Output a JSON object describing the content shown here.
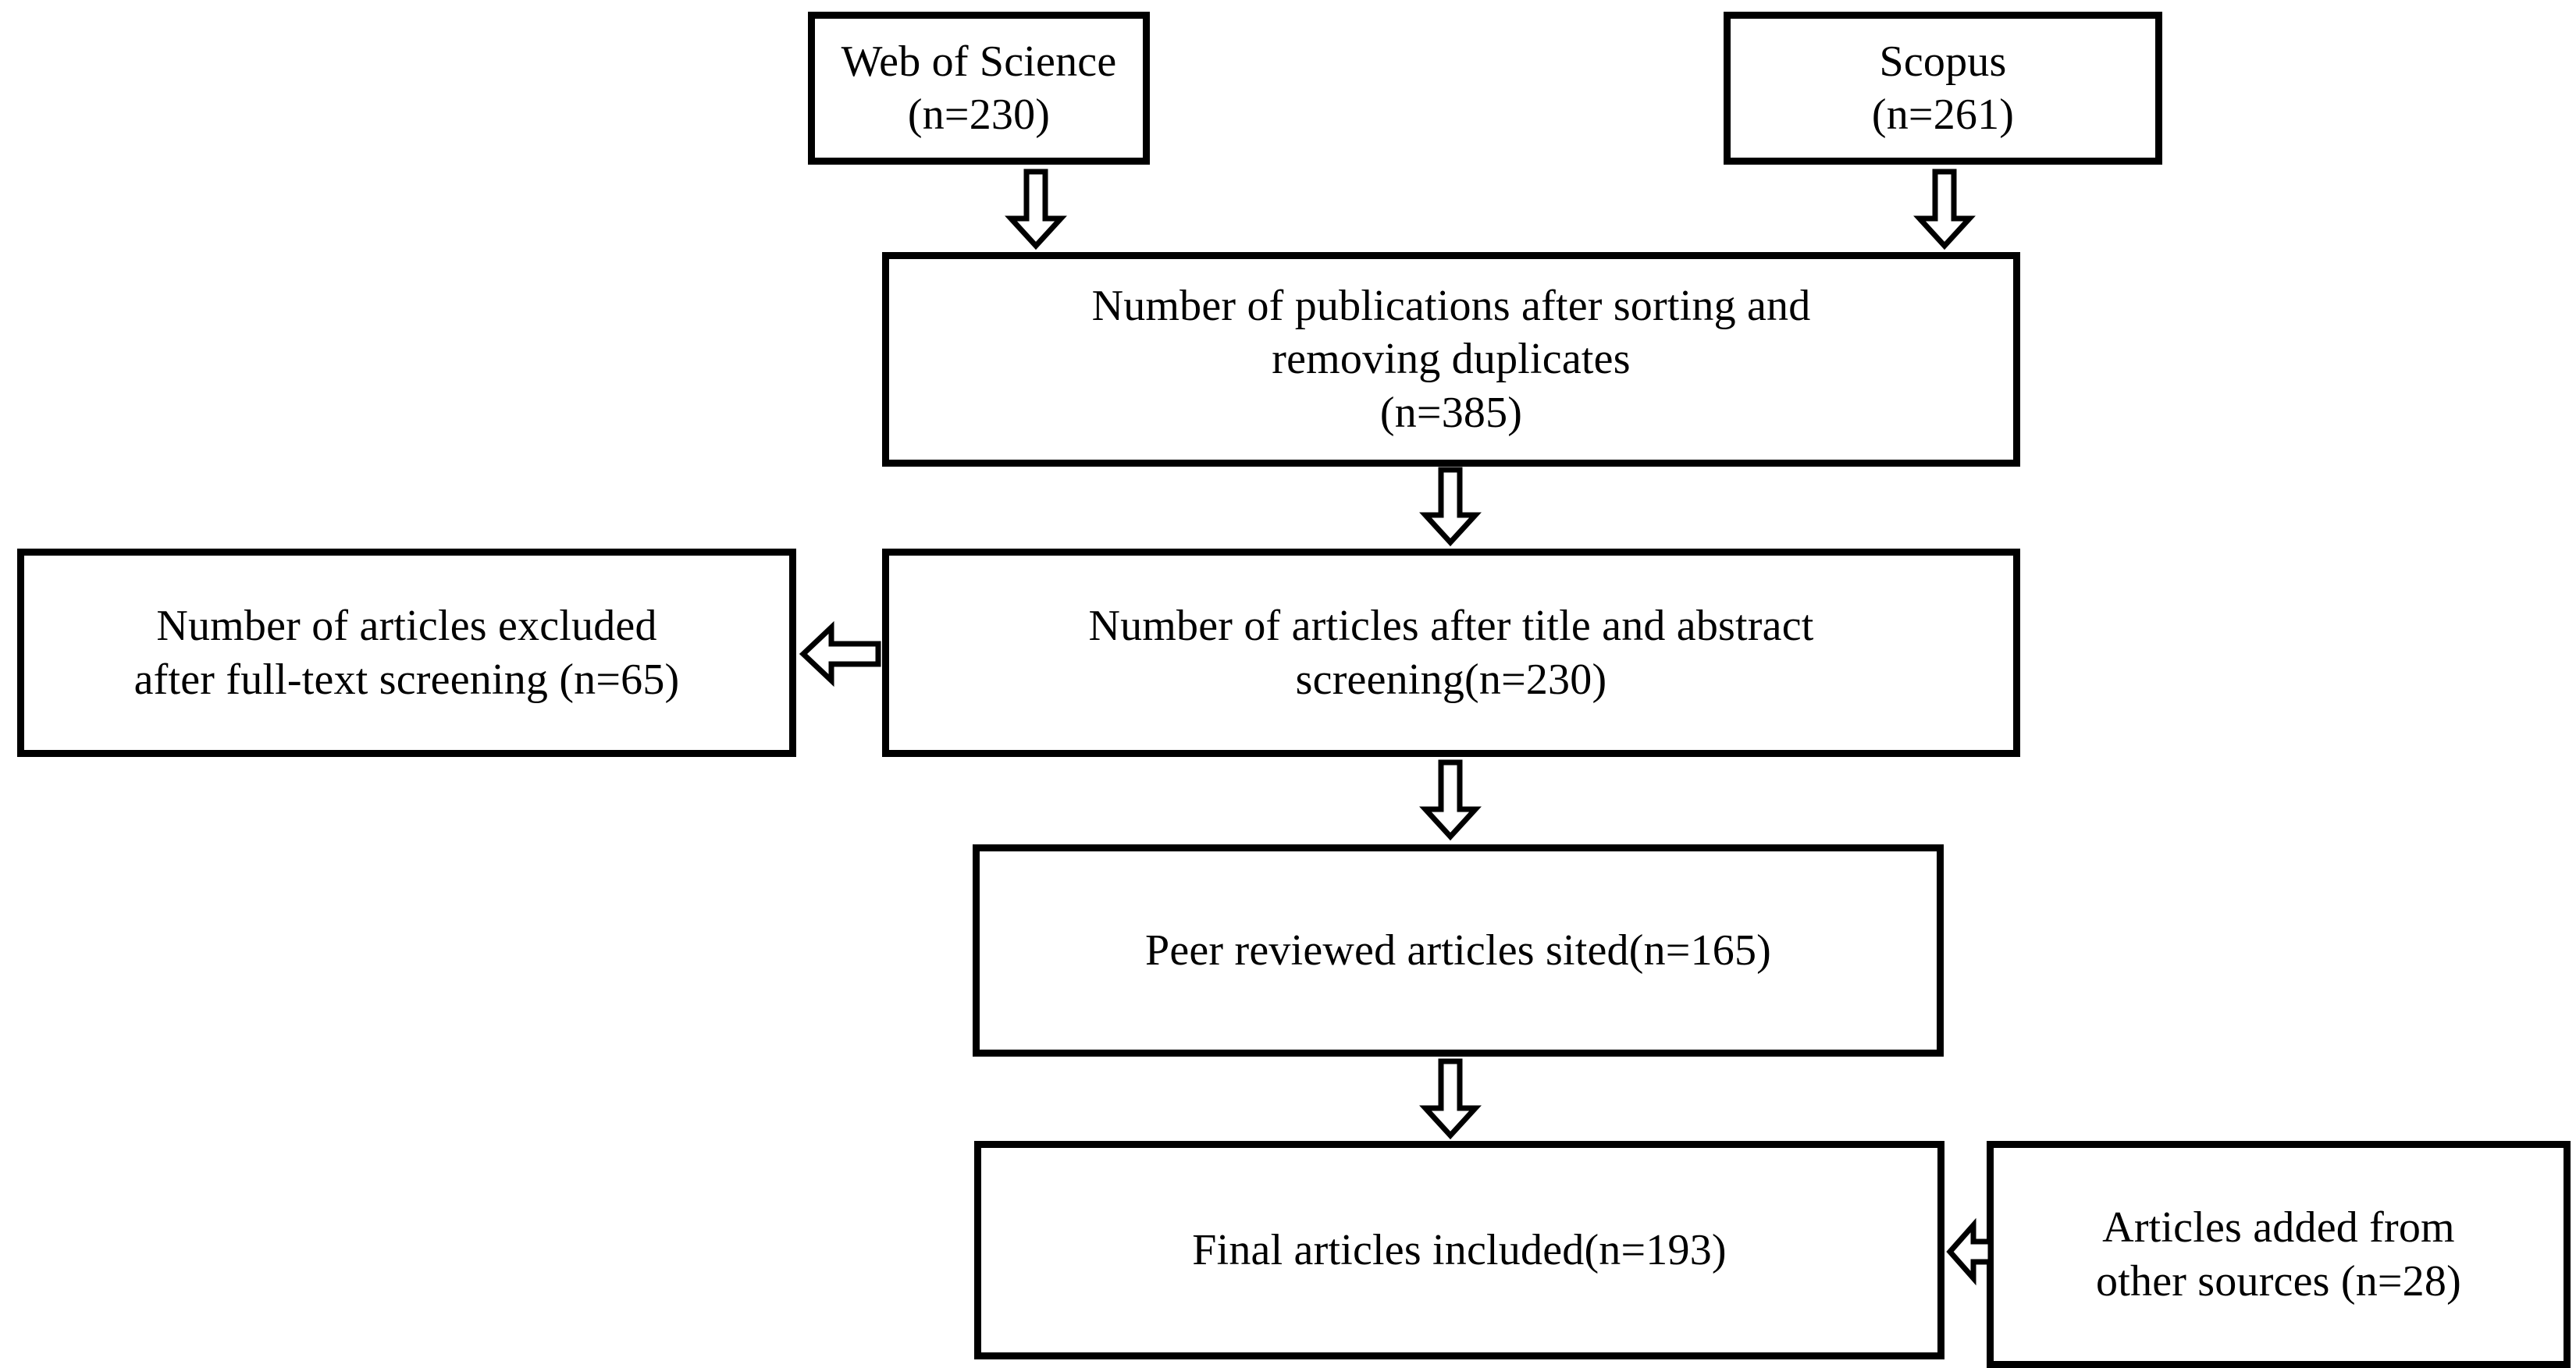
{
  "diagram": {
    "title": "PRISMA literature selection flow diagram",
    "type": "flowchart",
    "background_color": "#ffffff",
    "border_color": "#000000",
    "text_color": "#000000",
    "nodes": [
      {
        "id": "web-of-science",
        "label": "Web of Science\n(n=230)",
        "count": 230
      },
      {
        "id": "scopus",
        "label": "Scopus\n(n=261)",
        "count": 261
      },
      {
        "id": "publications-after-sorting",
        "label": "Number of publications after sorting and\nremoving duplicates\n(n=385)",
        "count": 385
      },
      {
        "id": "articles-excluded",
        "label": "Number of articles excluded\nafter full-text screening (n=65)",
        "count": 65
      },
      {
        "id": "articles-after-screening",
        "label": "Number of articles after title and abstract\nscreening(n=230)",
        "count": 230
      },
      {
        "id": "peer-reviewed-sited",
        "label": "Peer reviewed articles sited(n=165)",
        "count": 165
      },
      {
        "id": "final-articles-included",
        "label": "Final articles included(n=193)",
        "count": 193
      },
      {
        "id": "articles-other-sources",
        "label": "Articles added from\nother sources (n=28)",
        "count": 28
      }
    ],
    "connectors": [
      {
        "id": "web-of-science-to-publications",
        "direction": "down"
      },
      {
        "id": "scopus-to-publications",
        "direction": "down"
      },
      {
        "id": "publications-to-screening",
        "direction": "down"
      },
      {
        "id": "screening-to-excluded",
        "direction": "left"
      },
      {
        "id": "screening-to-peer-reviewed",
        "direction": "down"
      },
      {
        "id": "peer-reviewed-to-final",
        "direction": "down"
      },
      {
        "id": "other-sources-to-final",
        "direction": "left"
      }
    ]
  }
}
